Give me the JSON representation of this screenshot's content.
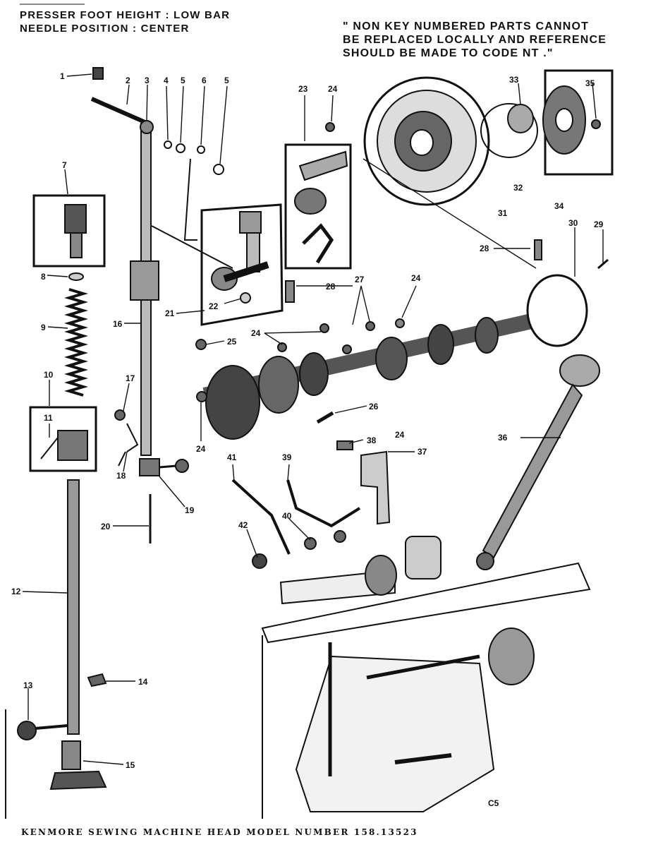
{
  "header_left": {
    "line1": "PRESSER FOOT HEIGHT : LOW BAR",
    "line2": "NEEDLE POSITION : CENTER"
  },
  "header_right": {
    "line1": "\" NON KEY NUMBERED PARTS CANNOT",
    "line2": "BE REPLACED LOCALLY AND REFERENCE",
    "line3": "SHOULD BE MADE TO CODE NT .\""
  },
  "footer": "KENMORE SEWING MACHINE HEAD MODEL NUMBER 158.13523",
  "section_code": "C5",
  "part_labels": [
    "1",
    "2",
    "3",
    "4",
    "5",
    "6",
    "5",
    "7",
    "8",
    "9",
    "10",
    "11",
    "12",
    "13",
    "14",
    "15",
    "16",
    "17",
    "18",
    "19",
    "20",
    "21",
    "22",
    "23",
    "24",
    "24",
    "24",
    "24",
    "24",
    "25",
    "26",
    "27",
    "28",
    "28",
    "29",
    "30",
    "31",
    "32",
    "33",
    "34",
    "35",
    "36",
    "37",
    "38",
    "39",
    "40",
    "41",
    "42"
  ]
}
